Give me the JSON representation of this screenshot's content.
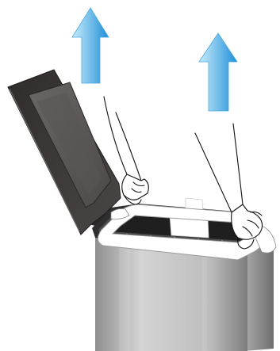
{
  "illustration": {
    "subject": "lift-lid-and-remove-bag-instruction",
    "steps": [
      {
        "action": "lift",
        "direction": "up",
        "icon": "up-arrow-icon"
      },
      {
        "action": "lift",
        "direction": "up",
        "icon": "up-arrow-icon"
      }
    ],
    "colors": {
      "arrow_light": "#c9ecfb",
      "arrow_dark": "#1e8fd8",
      "lid_outer": "#3a3736",
      "lid_inner": "#5a5655",
      "body_light": "#c7c7c7",
      "body_dark": "#8c8c8c",
      "bag_white": "#ffffff",
      "rim_dark": "#3b3b3b"
    }
  }
}
